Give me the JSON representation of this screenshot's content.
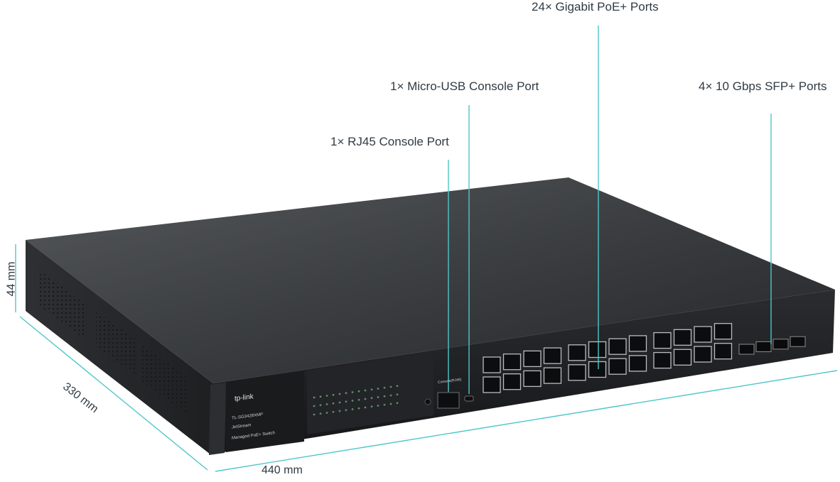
{
  "callouts": {
    "gigabit_poe": "24× Gigabit PoE+ Ports",
    "micro_usb": "1× Micro-USB Console Port",
    "sfp": "4× 10 Gbps SFP+ Ports",
    "rj45_console": "1× RJ45 Console Port"
  },
  "dimensions": {
    "height": "44 mm",
    "depth": "330 mm",
    "width": "440 mm"
  },
  "device": {
    "brand": "tp-link",
    "model": "TL-SG3428XMP",
    "series": "JetStream",
    "description": "Managed PoE+ Switch",
    "console_label": "Console(RJ45)",
    "port_count": 24,
    "sfp_count": 4
  },
  "colors": {
    "callout_line": "#4fc6c9",
    "chassis_dark": "#2b2d30",
    "chassis_top": "#3a3c3f",
    "text": "#2f3a44"
  }
}
